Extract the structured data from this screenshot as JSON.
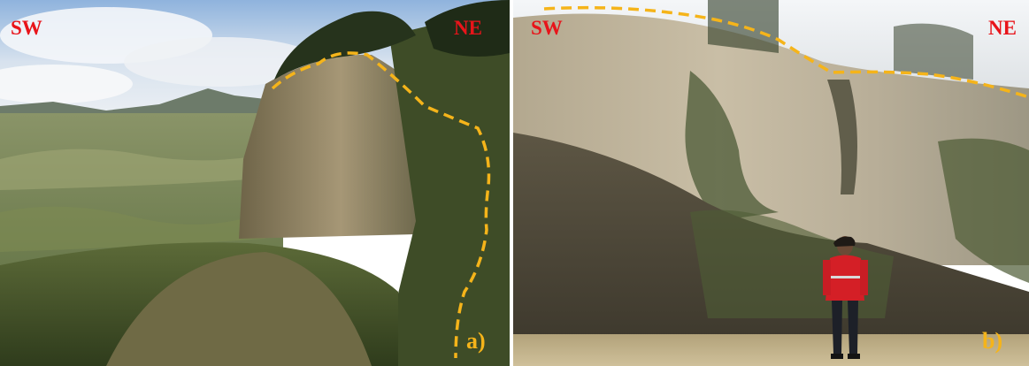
{
  "panels": [
    {
      "direction_left": "SW",
      "direction_right": "NE",
      "panel_label": "a)"
    },
    {
      "direction_left": "SW",
      "direction_right": "NE",
      "panel_label": "b)"
    }
  ],
  "colors": {
    "direction_label": "#e8141a",
    "panel_label": "#f5b41a",
    "boundary_line": "#f5b41a"
  }
}
